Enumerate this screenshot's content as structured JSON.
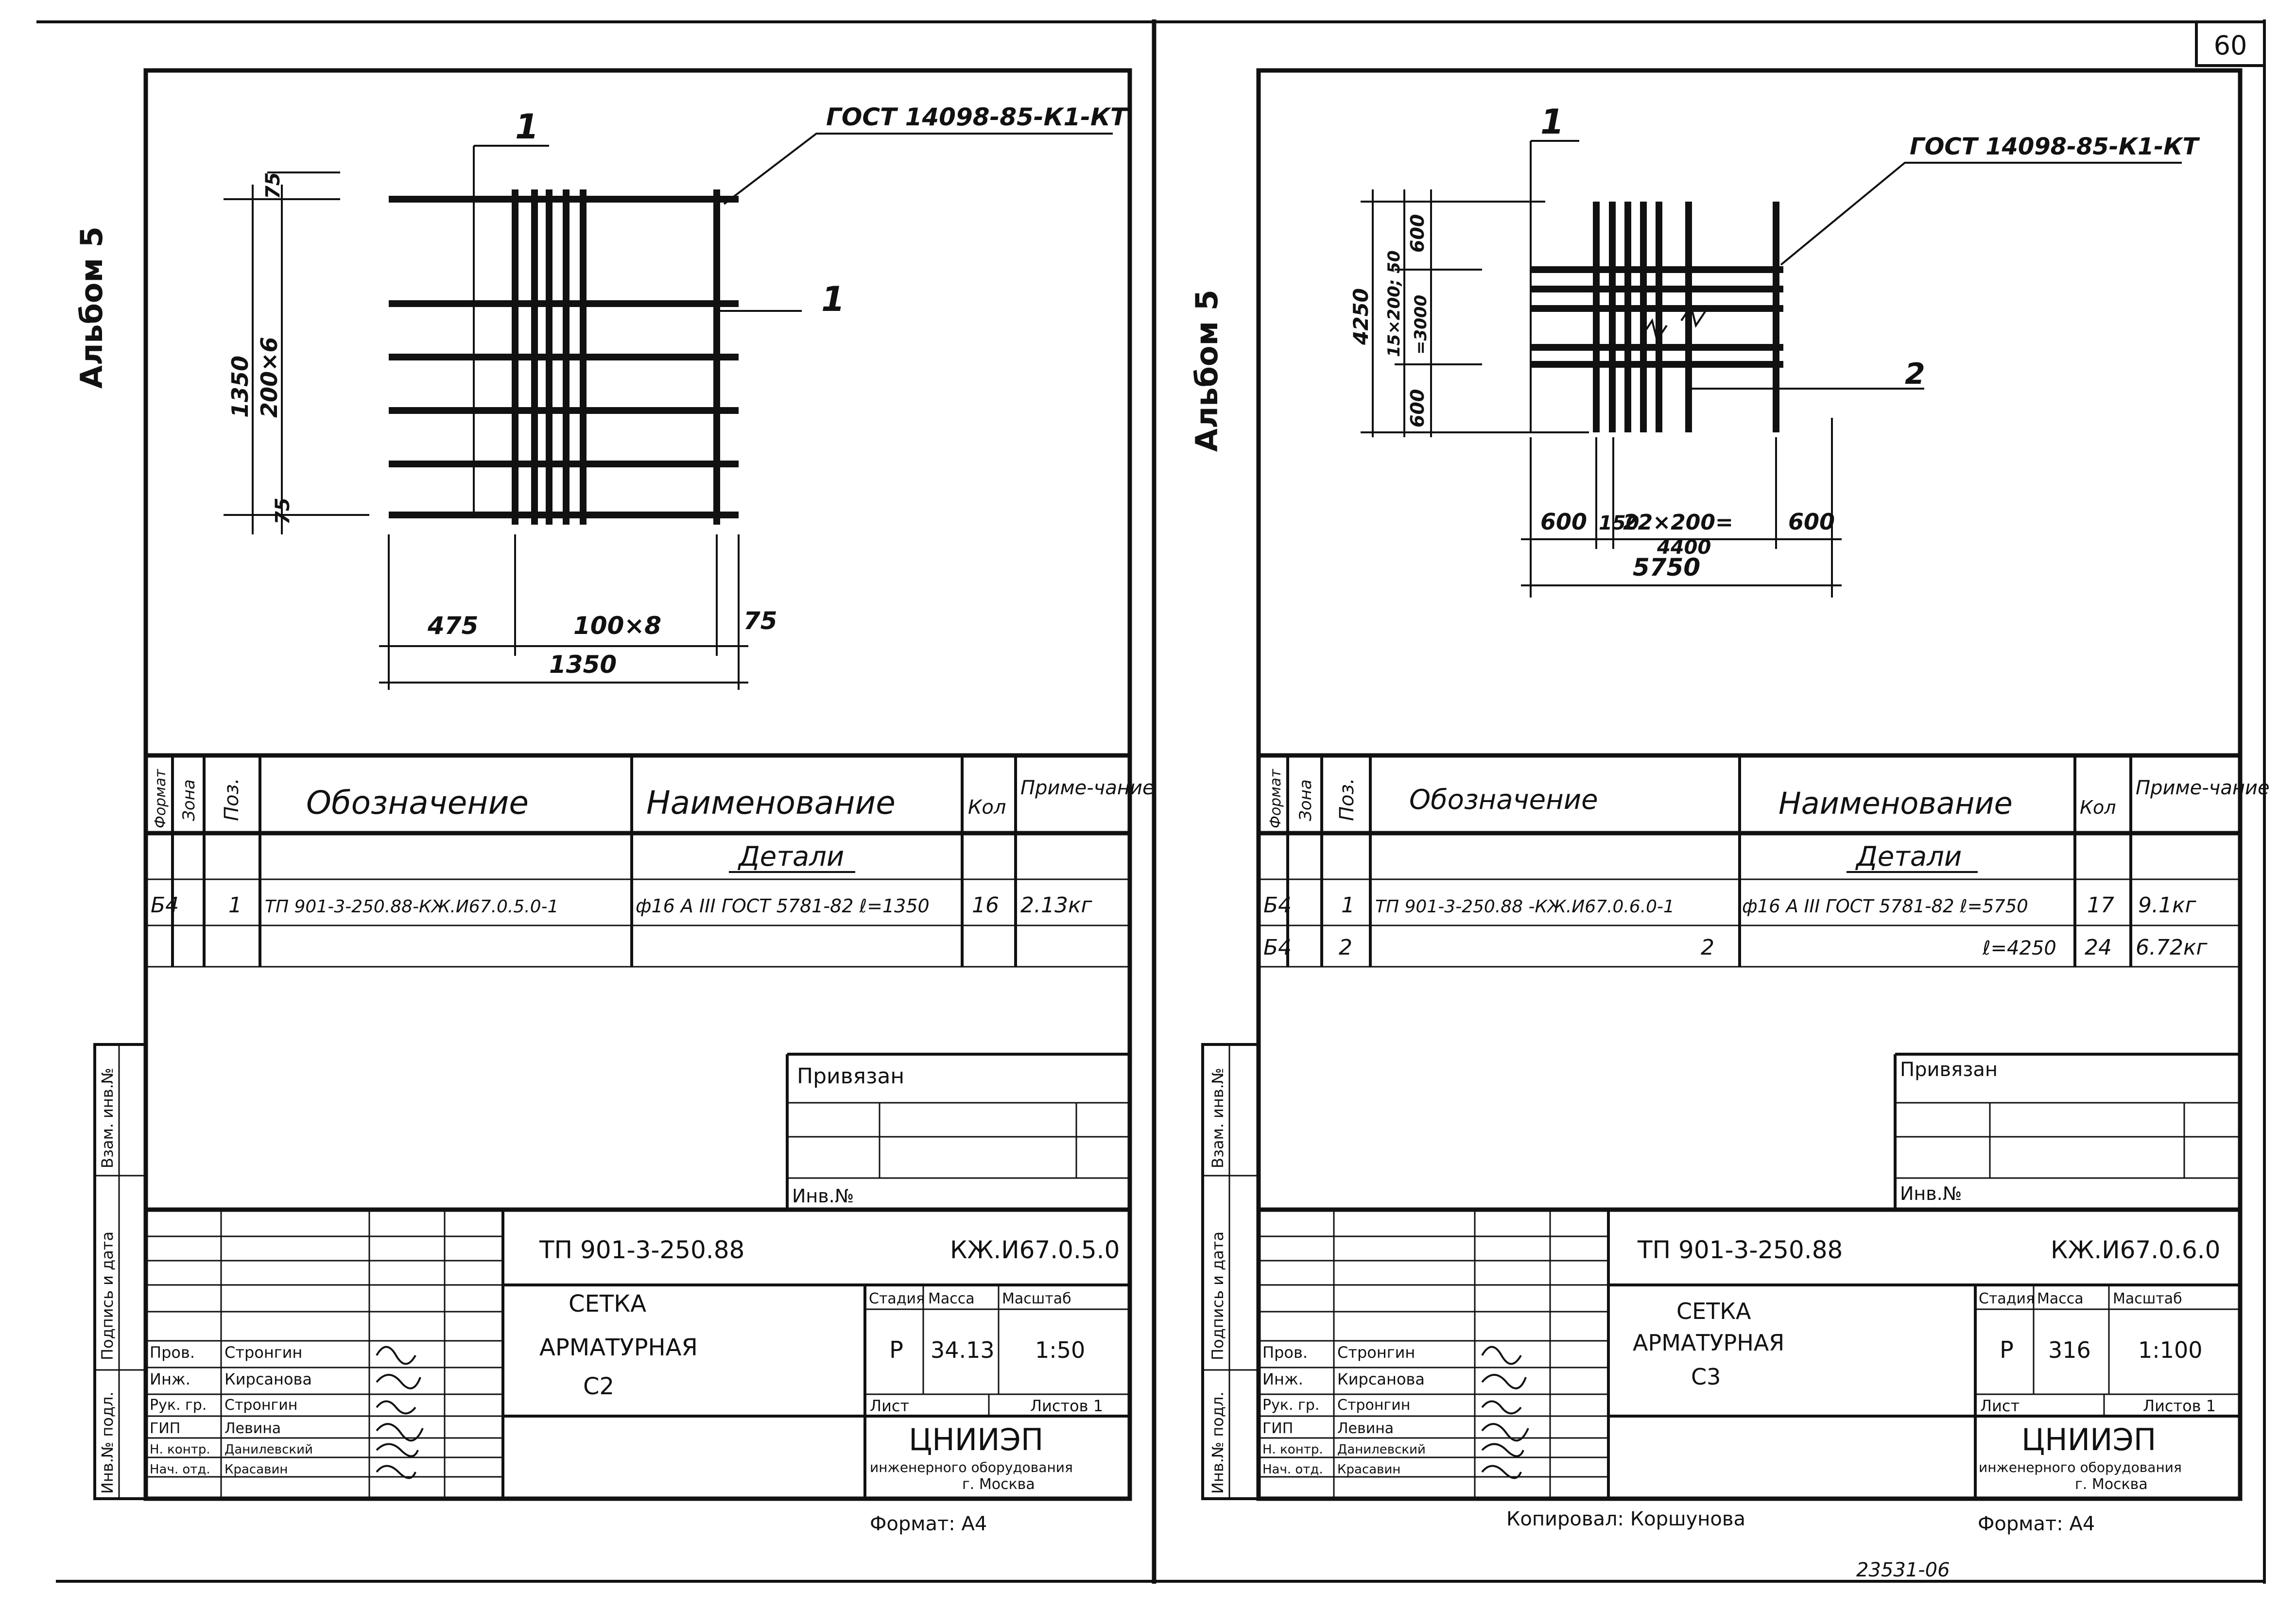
{
  "page_number": "60",
  "copied_by": "Копировал: Коршунова",
  "stamp_number": "23531-06",
  "sheets": [
    {
      "album": "Альбом 5",
      "drawing": {
        "mark_1_top": "1",
        "mark_1_side": "1",
        "gost": "ГОСТ 14098-85-К1-КТ",
        "dims": {
          "v_total": "1350",
          "v_spacing": "200×6",
          "v_top": "75",
          "v_bottom": "75",
          "h_left": "475",
          "h_spacing": "100×8",
          "h_right": "75",
          "h_total": "1350"
        }
      },
      "spec": {
        "headers": {
          "format": "Формат",
          "zone": "Зона",
          "pos": "Поз.",
          "designation": "Обозначение",
          "name": "Наименование",
          "qty": "Кол",
          "note": "Приме-чание"
        },
        "section": "Детали",
        "rows": [
          {
            "format": "Б4",
            "zone": "",
            "pos": "1",
            "designation": "ТП 901-3-250.88-КЖ.И67.0.5.0-1",
            "name": "ф16 А III ГОСТ 5781-82 ℓ=1350",
            "qty": "16",
            "note": "2.13кг"
          }
        ]
      },
      "privyazan": "Привязан",
      "inv": "Инв.№",
      "side_labels": [
        "Инв.№ подл.",
        "Подпись и дата",
        "Взам. инв.№"
      ],
      "title_block": {
        "doc_code": "ТП 901-3-250.88",
        "sheet_code": "КЖ.И67.0.5.0",
        "title_lines": [
          "СЕТКА",
          "АРМАТУРНАЯ",
          "С2"
        ],
        "stage_label": "Стадия",
        "mass_label": "Масса",
        "scale_label": "Масштаб",
        "stage": "Р",
        "mass": "34.13",
        "scale": "1:50",
        "sheet_label": "Лист",
        "sheets_label": "Листов 1",
        "org": "ЦНИИЭП",
        "org_sub": "инженерного оборудования",
        "city": "г. Москва",
        "format": "Формат: А4",
        "roles": [
          {
            "role": "Пров.",
            "name": "Стронгин"
          },
          {
            "role": "Инж.",
            "name": "Кирсанова"
          },
          {
            "role": "Рук. гр.",
            "name": "Стронгин"
          },
          {
            "role": "ГИП",
            "name": "Левина"
          },
          {
            "role": "Н. контр.",
            "name": "Данилевский"
          },
          {
            "role": "Нач. отд.",
            "name": "Красавин"
          }
        ]
      }
    },
    {
      "album": "Альбом 5",
      "drawing": {
        "mark_1_top": "1",
        "mark_2_side": "2",
        "gost": "ГОСТ 14098-85-К1-КТ",
        "dims": {
          "v_total": "4250",
          "v_top": "600",
          "v_spacing": "15×200; 50",
          "v_spacing_total": "=3000",
          "v_bottom": "600",
          "h_left": "600",
          "h_gap": "150",
          "h_spacing": "22×200=",
          "h_spacing_total": "4400",
          "h_right": "600",
          "h_total": "5750"
        }
      },
      "spec": {
        "headers": {
          "format": "Формат",
          "zone": "Зона",
          "pos": "Поз.",
          "designation": "Обозначение",
          "name": "Наименование",
          "qty": "Кол",
          "note": "Приме-чание"
        },
        "section": "Детали",
        "rows": [
          {
            "format": "Б4",
            "zone": "",
            "pos": "1",
            "designation": "ТП 901-3-250.88 -КЖ.И67.0.6.0-1",
            "name": "ф16 А III ГОСТ 5781-82 ℓ=5750",
            "qty": "17",
            "note": "9.1кг"
          },
          {
            "format": "Б4",
            "zone": "",
            "pos": "2",
            "designation": "2",
            "name": "ℓ=4250",
            "qty": "24",
            "note": "6.72кг"
          }
        ]
      },
      "privyazan": "Привязан",
      "inv": "Инв.№",
      "side_labels": [
        "Инв.№ подл.",
        "Подпись и дата",
        "Взам. инв.№"
      ],
      "title_block": {
        "doc_code": "ТП 901-3-250.88",
        "sheet_code": "КЖ.И67.0.6.0",
        "title_lines": [
          "СЕТКА",
          "АРМАТУРНАЯ",
          "С3"
        ],
        "stage_label": "Стадия",
        "mass_label": "Масса",
        "scale_label": "Масштаб",
        "stage": "Р",
        "mass": "316",
        "scale": "1:100",
        "sheet_label": "Лист",
        "sheets_label": "Листов 1",
        "org": "ЦНИИЭП",
        "org_sub": "инженерного оборудования",
        "city": "г. Москва",
        "format": "Формат: А4",
        "roles": [
          {
            "role": "Пров.",
            "name": "Стронгин"
          },
          {
            "role": "Инж.",
            "name": "Кирсанова"
          },
          {
            "role": "Рук. гр.",
            "name": "Стронгин"
          },
          {
            "role": "ГИП",
            "name": "Левина"
          },
          {
            "role": "Н. контр.",
            "name": "Данилевский"
          },
          {
            "role": "Нач. отд.",
            "name": "Красавин"
          }
        ]
      }
    }
  ]
}
